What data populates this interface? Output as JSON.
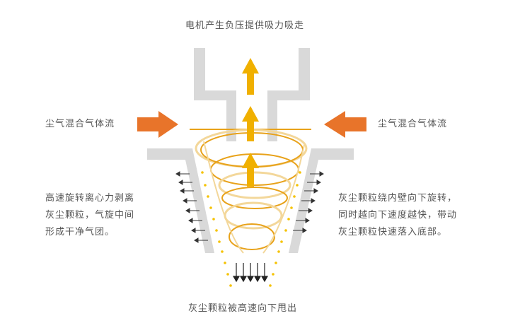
{
  "top_caption": "电机产生负压提供吸力吸走",
  "left_inlet_label": "尘气混合气体流",
  "right_inlet_label": "尘气混合气体流",
  "left_description": [
    "高速旋转离心力剥离",
    "灰尘颗粒，气旋中间",
    "形成干净气团。"
  ],
  "right_description": [
    "灰尘颗粒绕内壁向下旋转，",
    "同时越向下速度越快，带动",
    "灰尘颗粒快速落入底部。"
  ],
  "bottom_caption": "灰尘颗粒被高速向下甩出",
  "colors": {
    "structure": "#d9d9d9",
    "inlet_arrow": "#e8742a",
    "up_arrow": "#f0b000",
    "spiral": "#e8a21a",
    "spiral_light": "#f3d79a",
    "dots": "#f5c200",
    "text": "#555555"
  }
}
